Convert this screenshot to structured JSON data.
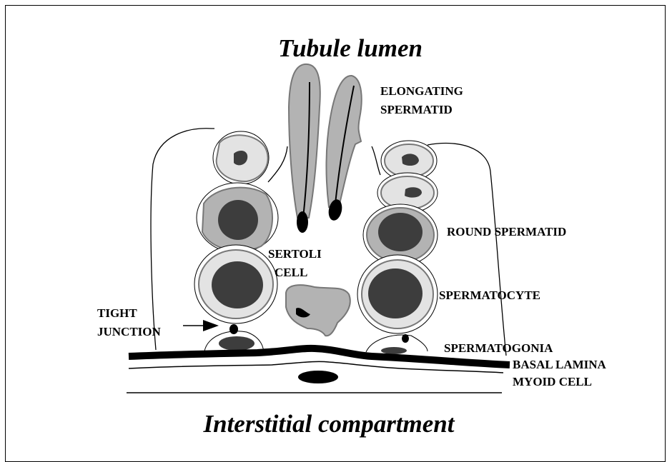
{
  "diagram": {
    "title_top": "Tubule lumen",
    "title_bottom": "Interstitial compartment",
    "labels": {
      "elongating_line1": "ELONGATING",
      "elongating_line2": "SPERMATID",
      "round_spermatid": "ROUND SPERMATID",
      "sertoli_line1": "SERTOLI",
      "sertoli_line2": "CELL",
      "spermatocyte": "SPERMATOCYTE",
      "tight_line1": "TIGHT",
      "tight_line2": "JUNCTION",
      "spermatogonia": "SPERMATOGONIA",
      "basal_lamina": "BASAL LAMINA",
      "myoid_cell": "MYOID CELL"
    },
    "colors": {
      "cytoplasm_light": "#e3e3e3",
      "cytoplasm_mid": "#b3b3b3",
      "nucleus_dark": "#3d3d3d",
      "outline": "#777777",
      "black": "#000000"
    }
  }
}
